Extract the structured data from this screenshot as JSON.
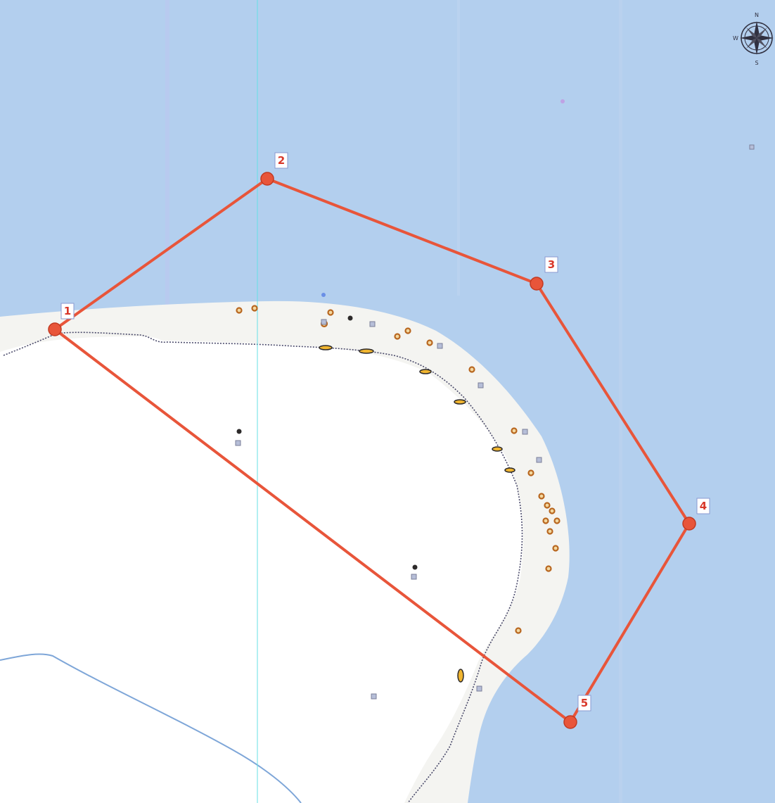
{
  "map": {
    "colors": {
      "sea": "#b3cfee",
      "land": "#ffffff",
      "shallow": "#f6f6f3",
      "polygon": "#e8553a",
      "vertex_label_text": "#d8382a",
      "coastline": "#4a4a6a"
    },
    "compass": {
      "icon": "compass-rose-icon",
      "labels": {
        "north": "N",
        "south": "S",
        "west": "W"
      }
    },
    "polygon": {
      "vertices": [
        {
          "label": "1"
        },
        {
          "label": "2"
        },
        {
          "label": "3"
        },
        {
          "label": "4"
        },
        {
          "label": "5"
        }
      ],
      "closed": true
    }
  }
}
